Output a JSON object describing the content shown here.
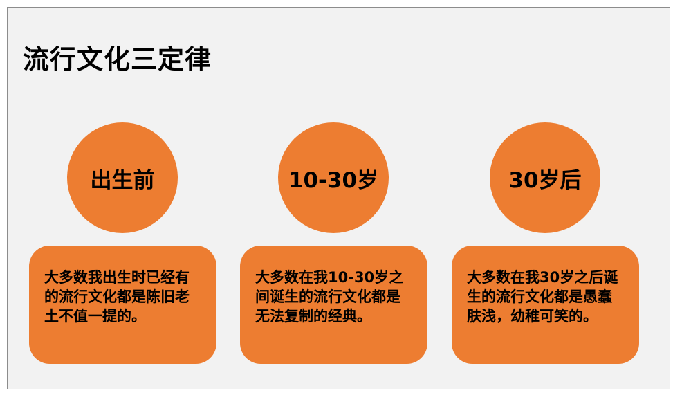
{
  "colors": {
    "accent": "#ed7d31",
    "slide_background": "#f2f2f2",
    "text": "#000000"
  },
  "slide": {
    "title": "流行文化三定律"
  },
  "stages": [
    {
      "circle_label": "出生前",
      "card_text": "大多数我出生时已经有的流行文化都是陈旧老土不值一提的。"
    },
    {
      "circle_label": "10-30岁",
      "card_text": "大多数在我10-30岁之间诞生的流行文化都是无法复制的经典。"
    },
    {
      "circle_label": "30岁后",
      "card_text": "大多数在我30岁之后诞生的流行文化都是愚蠢肤浅，幼稚可笑的。"
    }
  ]
}
